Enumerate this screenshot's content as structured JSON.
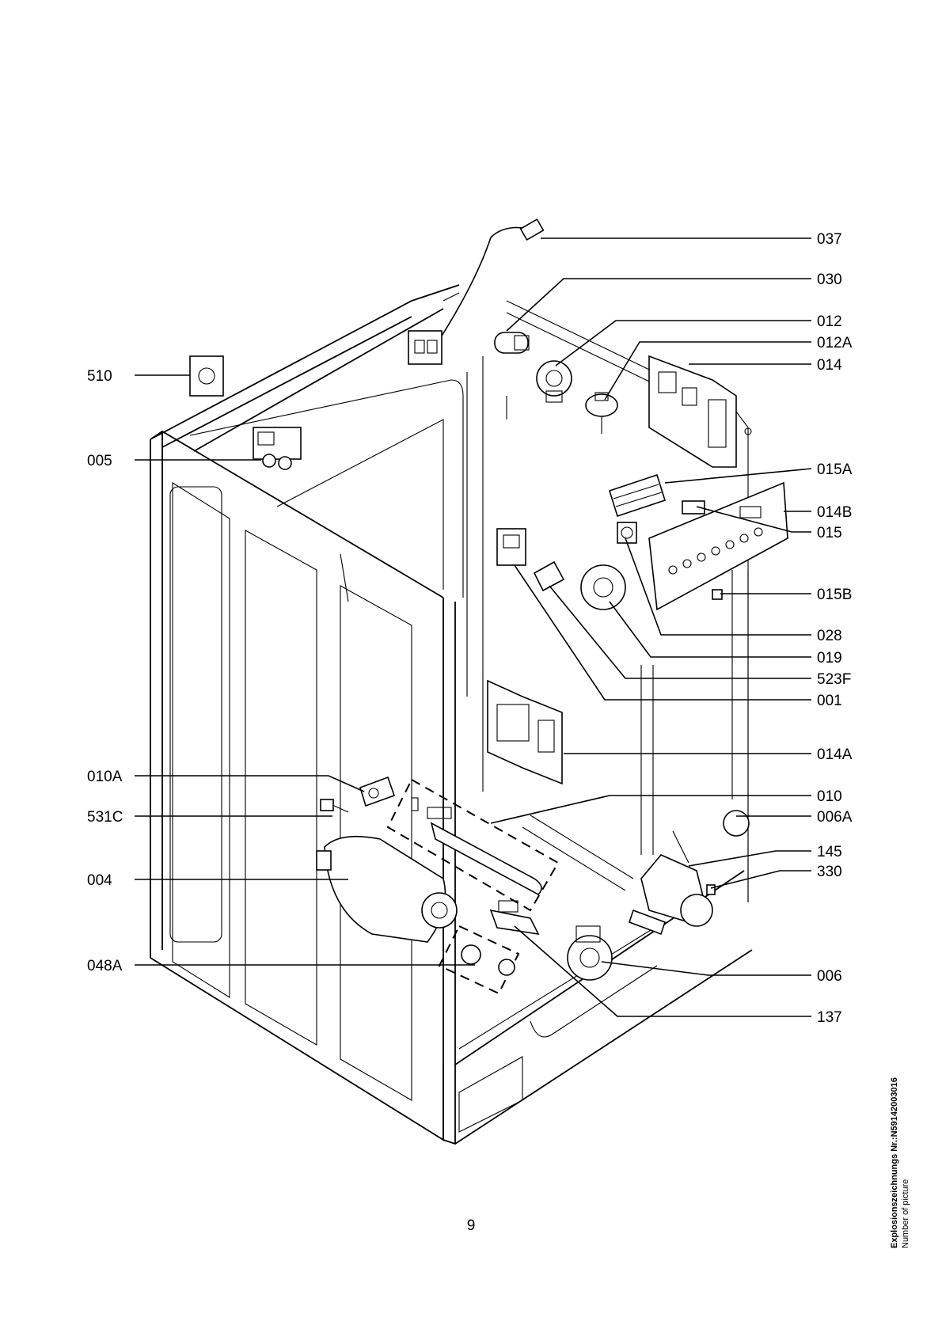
{
  "callouts": {
    "c037": "037",
    "c030": "030",
    "c012": "012",
    "c012A": "012A",
    "c014": "014",
    "c510": "510",
    "c005": "005",
    "c015A": "015A",
    "c014B": "014B",
    "c015": "015",
    "c015B": "015B",
    "c028": "028",
    "c019": "019",
    "c523F": "523F",
    "c001": "001",
    "c014A": "014A",
    "c010A": "010A",
    "c010": "010",
    "c531C": "531C",
    "c006A": "006A",
    "c145": "145",
    "c004": "004",
    "c330": "330",
    "c048A": "048A",
    "c006": "006",
    "c137": "137"
  },
  "page_number": "9",
  "side_note": {
    "line1": "Explosionszeichnungs  Nr.:N59142003016",
    "line2": "Number of picture"
  }
}
